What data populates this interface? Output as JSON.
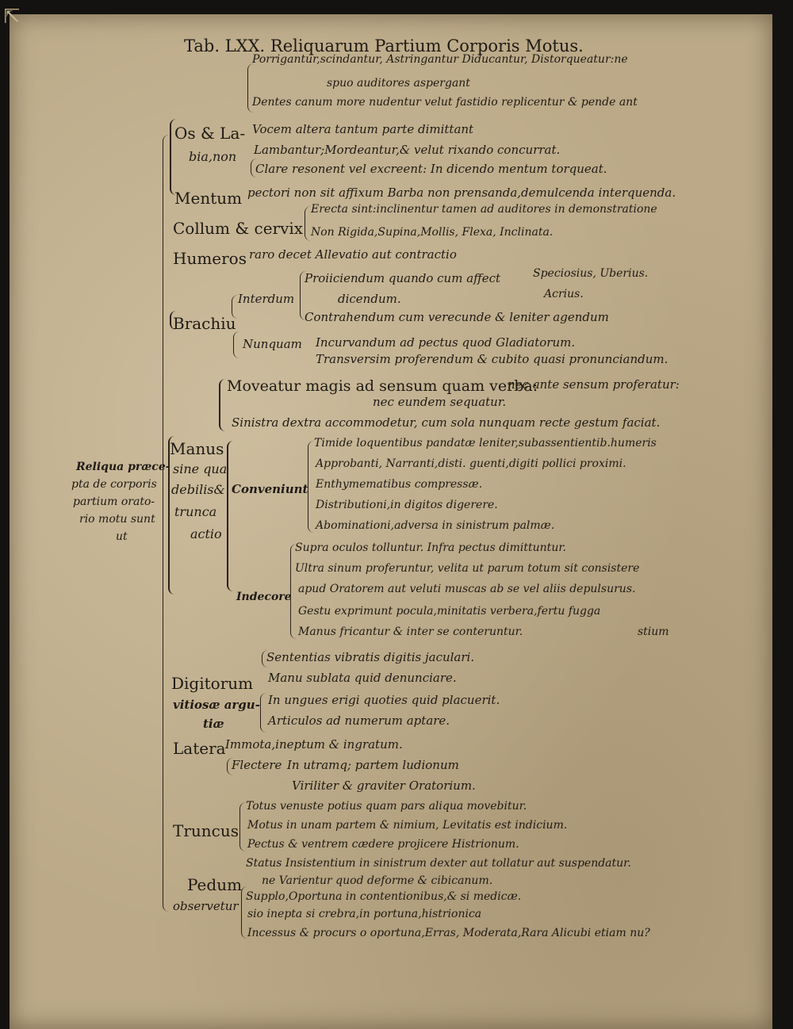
{
  "title": "Tab. LXX. Reliquarum Partium Corporis Motus.",
  "sidebar": {
    "line1": "Reliqua præce-",
    "line2": "pta de corporis",
    "line3": "partium orato-",
    "line4": "rio motu sunt",
    "line5": "ut"
  },
  "os_labia": {
    "label1": "Os & La-",
    "label2": "bia,non",
    "row1a": "Porrigantur,scindantur, Astringantur Diducantur, Distorqueatur:ne",
    "row1b": "spuo auditores aspergant",
    "row2": "Dentes canum more nudentur velut fastidio replicentur & pende ant",
    "row3": "Vocem altera tantum parte dimittant",
    "row4": "Lambantur;Mordeantur,& velut rixando concurrat.",
    "row5": "Clare resonent vel excreent: In dicendo mentum torqueat."
  },
  "mentum": {
    "label": "Mentum",
    "text": "pectori non sit affixum Barba non prensanda,demulcenda interquenda."
  },
  "collum": {
    "label": "Collum & cervix",
    "row1": "Erecta sint:inclinentur tamen ad auditores in demonstratione",
    "row2": "Non Rigida,Supina,Mollis, Flexa, Inclinata."
  },
  "humeros": {
    "label": "Humeros",
    "text": "raro decet Allevatio aut contractio"
  },
  "brachiu": {
    "label": "Brachiu",
    "interdum": "Interdum",
    "proiiciendum": "Proiiciendum quando cum affect",
    "speciosius": "Speciosius, Uberius.",
    "dicendum": "dicendum.",
    "acrius": "Acrius.",
    "contrahendum": "Contrahendum cum verecunde & leniter agendum",
    "nunquam": "Nunquam",
    "incurvandum": "Incurvandum ad pectus quod Gladiatorum.",
    "transversim": "Transversim proferendum & cubito quasi pronunciandum."
  },
  "manus": {
    "label": "Manus",
    "sine1": "sine qua",
    "sine2": "debilis&",
    "sine3": "trunca",
    "sine4": "actio",
    "moveatur_a": "Moveatur magis ad sensum quam verba:",
    "moveatur_b": "nec ante sensum proferatur:",
    "nec_eundem": "nec eundem sequatur.",
    "sinistra": "Sinistra dextra accommodetur, cum sola nunquam recte gestum faciat.",
    "conveniunt": "Conveniunt",
    "c1": "Timide loquentibus pandatæ leniter,subassentientib.humeris",
    "c2": "Approbanti, Narranti,disti. guenti,digiti pollici proximi.",
    "c3": "Enthymematibus compressæ.",
    "c4": "Distributioni,in digitos digerere.",
    "c5": "Abominationi,adversa in sinistrum palmæ.",
    "indecore": "Indecore",
    "i1": "Supra oculos tolluntur. Infra pectus dimittuntur.",
    "i2": "Ultra sinum proferuntur, velita ut parum totum sit consistere",
    "i3": "apud Oratorem aut veluti muscas ab se vel aliis depulsurus.",
    "i4": "Gestu exprimunt pocula,minitatis verbera,fertu fugga",
    "i5": "Manus fricantur & inter se conteruntur.",
    "stium": "stium"
  },
  "digitorum": {
    "label": "Digitorum",
    "vitiosa1": "vitiosæ argu-",
    "vitiosa2": "tiæ",
    "d1": "Sententias vibratis digitis jaculari.",
    "d2": "Manu sublata quid denunciare.",
    "d3": "In ungues erigi quoties quid placuerit.",
    "d4": "Articulos ad numerum aptare."
  },
  "latera": {
    "label": "Latera",
    "l1": "Immota,ineptum & ingratum.",
    "l2": "Flectere",
    "l3": "In utramq; partem ludionum",
    "l4": "Viriliter & graviter Oratorium."
  },
  "truncus": {
    "label": "Truncus",
    "t1": "Totus venuste potius quam pars aliqua movebitur.",
    "t2": "Motus in unam partem & nimium, Levitatis est indicium.",
    "t3": "Pectus & ventrem cædere projicere Histrionum."
  },
  "pedum": {
    "label1": "Pedum",
    "label2": "observetur",
    "p1": "Status Insistentium in sinistrum dexter aut tollatur aut suspendatur.",
    "p2": "ne Varientur quod deforme & cibicanum.",
    "p3": "Supplo,Oportuna in contentionibus,& si medicæ.",
    "p4": "sio inepta si crebra,in portuna,histrionica",
    "p5": "Incessus & procurs o oportuna,Erras, Moderata,Rara Alicubi etiam nu?"
  }
}
